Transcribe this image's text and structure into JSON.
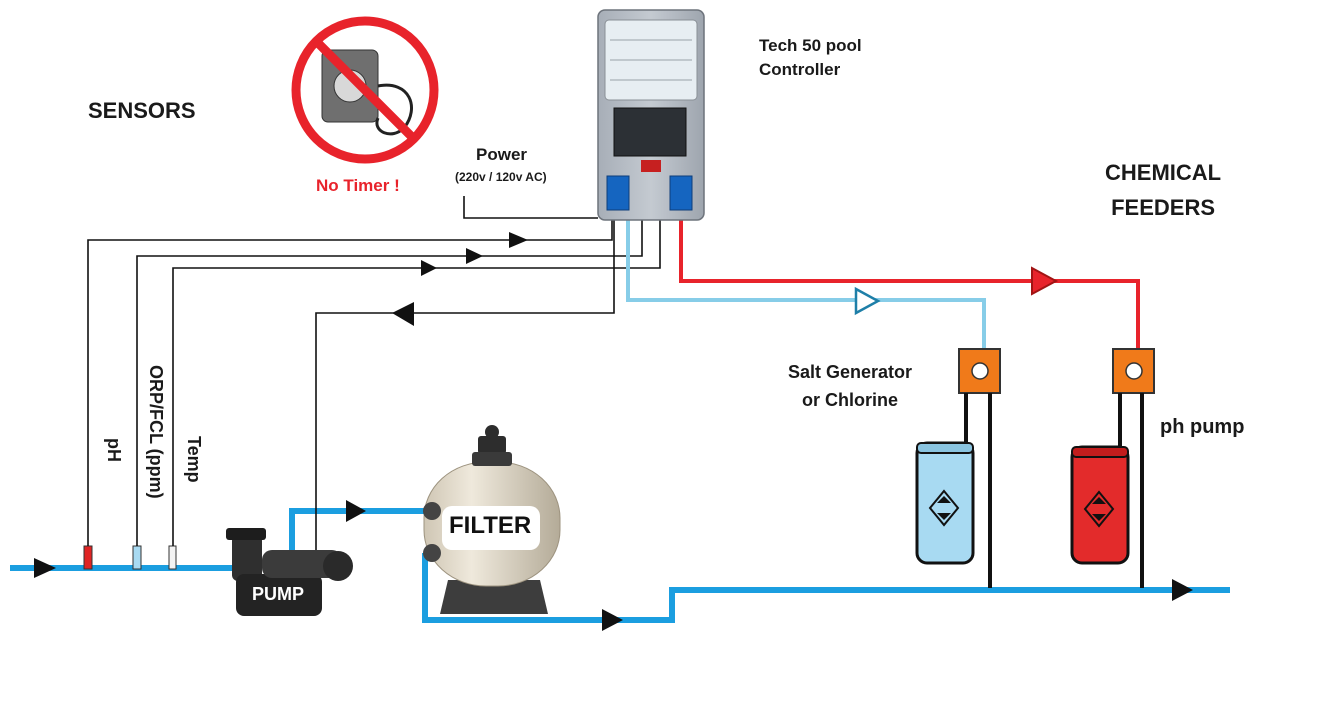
{
  "title_sensors": "SENSORS",
  "no_timer": "No Timer !",
  "controller_label_line1": "Tech 50 pool",
  "controller_label_line2": "Controller",
  "power_label": "Power",
  "power_spec": "(220v / 120v AC)",
  "chemical_feeders_line1": "CHEMICAL",
  "chemical_feeders_line2": "FEEDERS",
  "salt_label_line1": "Salt Generator",
  "salt_label_line2": "or Chlorine",
  "ph_pump_label": "ph pump",
  "sensor_ph": "pH",
  "sensor_orp": "ORP/FCL (ppm)",
  "sensor_temp": "Temp",
  "pump_label": "PUMP",
  "filter_label": "FILTER",
  "colors": {
    "water_pipe": "#1b9ee0",
    "chlorine_line": "#87cde8",
    "ph_line": "#e8232b",
    "signal_line": "#111111",
    "prohibition": "#e8232b",
    "controller_body": "#b6bcc4",
    "chlorine_tank": "#a8daf2",
    "ph_tank": "#e32b2b",
    "feeder_pump": "#f07a1a"
  }
}
